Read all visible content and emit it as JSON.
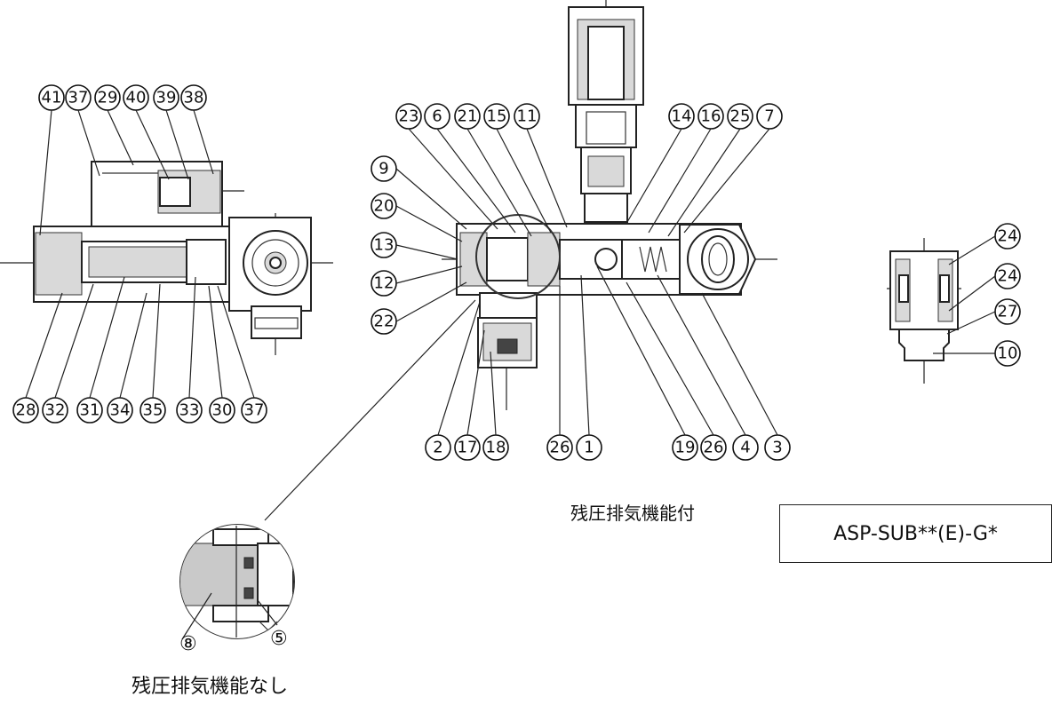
{
  "model_code": "ASP-SUB**(E)-G*",
  "caption_with_exhaust": "残圧排気機能付",
  "caption_without_exhaust": "残圧排気機能なし",
  "left_view": {
    "top_labels": [
      "41",
      "37",
      "29",
      "40",
      "39",
      "38"
    ],
    "bottom_labels": [
      "28",
      "32",
      "31",
      "34",
      "35",
      "33",
      "30",
      "37"
    ]
  },
  "center_view": {
    "top_labels": [
      "23",
      "6",
      "21",
      "15",
      "11",
      "14",
      "16",
      "25",
      "7"
    ],
    "left_labels": [
      "9",
      "20",
      "13",
      "12",
      "22"
    ],
    "bottom_labels": [
      "2",
      "17",
      "18",
      "26",
      "1",
      "19",
      "26",
      "4",
      "3"
    ]
  },
  "right_view": {
    "labels": [
      "24",
      "24",
      "27",
      "10"
    ]
  },
  "detail_view": {
    "labels": [
      "⑧",
      "⑤"
    ]
  }
}
